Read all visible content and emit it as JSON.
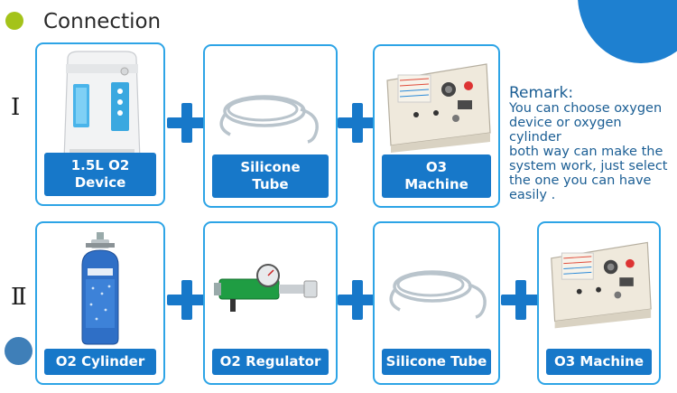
{
  "header": {
    "title": "Connection"
  },
  "rows": [
    {
      "numeral": "Ⅰ",
      "items": [
        "1.5L O2 Device",
        "Silicone Tube",
        "O3 Machine"
      ]
    },
    {
      "numeral": "Ⅱ",
      "items": [
        "O2 Cylinder",
        "O2 Regulator",
        "Silicone Tube",
        "O3 Machine"
      ]
    }
  ],
  "labels": {
    "o2_device": "1.5L O2 Device",
    "tube_r1_line1": "Silicone",
    "tube_r1_line2": "Tube",
    "o3_r1_line1": "O3",
    "o3_r1_line2": "Machine",
    "cylinder": "O2 Cylinder",
    "regulator": "O2 Regulator",
    "tube_r2": "Silicone Tube",
    "o3_r2": "O3 Machine"
  },
  "remark": {
    "title": "Remark:",
    "line1": "You can choose oxygen",
    "line2": "device or oxygen cylinder",
    "line3": "both way can make the",
    "line4": "system work, just select",
    "line5": "the one you can have",
    "line6": "easily ."
  },
  "colors": {
    "accent": "#1778c9",
    "border": "#2da4e6",
    "bullet_green": "#a4c31a",
    "bullet_blue": "#3f7fb8"
  },
  "icons": [
    "plus-icon",
    "oxygen-concentrator",
    "silicone-tube",
    "ozone-machine",
    "oxygen-cylinder",
    "oxygen-regulator"
  ]
}
